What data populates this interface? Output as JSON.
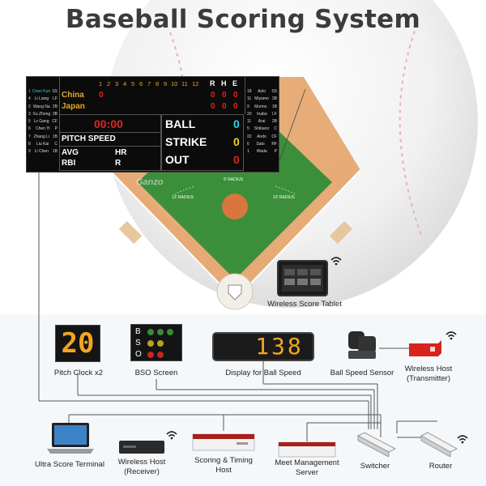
{
  "title": "Baseball Scoring System",
  "scoreboard": {
    "innings": [
      "1",
      "2",
      "3",
      "4",
      "5",
      "6",
      "7",
      "8",
      "9",
      "10",
      "11",
      "12"
    ],
    "rhe": [
      "R",
      "H",
      "E"
    ],
    "teams": [
      {
        "name": "China",
        "score": "0",
        "r": "0",
        "h": "0",
        "e": "0"
      },
      {
        "name": "Japan",
        "score": "",
        "r": "0",
        "h": "0",
        "e": "0"
      }
    ],
    "clock": "00:00",
    "pitch_speed": "PITCH SPEED",
    "avg": "AVG",
    "hr": "HR",
    "rbi": "RBI",
    "r": "R",
    "ball": "BALL",
    "strike": "STRIKE",
    "out": "OUT",
    "ball_val": "0",
    "strike_val": "0",
    "out_val": "0",
    "left_roster": [
      [
        "Chen Kun",
        "SS"
      ],
      [
        "Li Liang",
        "LF"
      ],
      [
        "Wang Na",
        "2B"
      ],
      [
        "Xu Zheng",
        "3B"
      ],
      [
        "Lv Gang",
        "CF"
      ],
      [
        "Chen Yi",
        "P"
      ],
      [
        "Zhang Li",
        "1B"
      ],
      [
        "Liu Kai",
        "C"
      ],
      [
        "Li Chen",
        "1B"
      ]
    ],
    "left_nums": [
      "1",
      "4",
      "2",
      "3",
      "5",
      "6",
      "7",
      "8",
      "9"
    ],
    "right_roster": [
      [
        "Aoki",
        "SS"
      ],
      [
        "Miyamo",
        "3B"
      ],
      [
        "Morino",
        "1B"
      ],
      [
        "Inaba",
        "LF"
      ],
      [
        "Arai",
        "2B"
      ],
      [
        "Shibano",
        "C"
      ],
      [
        "Ando",
        "CF"
      ],
      [
        "Sato",
        "RF"
      ],
      [
        "Wada",
        "P"
      ]
    ],
    "right_nums": [
      "18",
      "11",
      "9",
      "20",
      "11",
      "5",
      "22",
      "6",
      "1"
    ]
  },
  "watermark": "Ganzo",
  "field": {
    "radius_top": "9' RADIUS",
    "radius_left": "13' RADIUS",
    "radius_right": "13' RADIUS"
  },
  "devices": {
    "tablet": "Wireless Score Tablet",
    "pitch_clock": "Pitch Clock x2",
    "pitch_clock_value": "20",
    "bso_screen": "BSO Screen",
    "bso_letters": [
      "B",
      "S",
      "O"
    ],
    "ball_speed_display": "Display for Ball Speed",
    "ball_speed_value": "138",
    "ball_speed_sensor": "Ball Speed Sensor",
    "wireless_host_tx": [
      "Wireless Host",
      "(Transmitter)"
    ],
    "ultra_score_terminal": "Ultra Score Terminal",
    "wireless_host_rx": [
      "Wireless Host",
      "(Receiver)"
    ],
    "scoring_host": [
      "Scoring & Timing",
      "Host"
    ],
    "meet_server": [
      "Meet Management",
      "Server"
    ],
    "switcher": "Switcher",
    "router": "Router"
  },
  "colors": {
    "grass": "#3c8f3a",
    "dirt": "#d9925a",
    "led_amber": "#f3a521",
    "led_red": "#e2241c",
    "title": "#3b3b3b"
  }
}
